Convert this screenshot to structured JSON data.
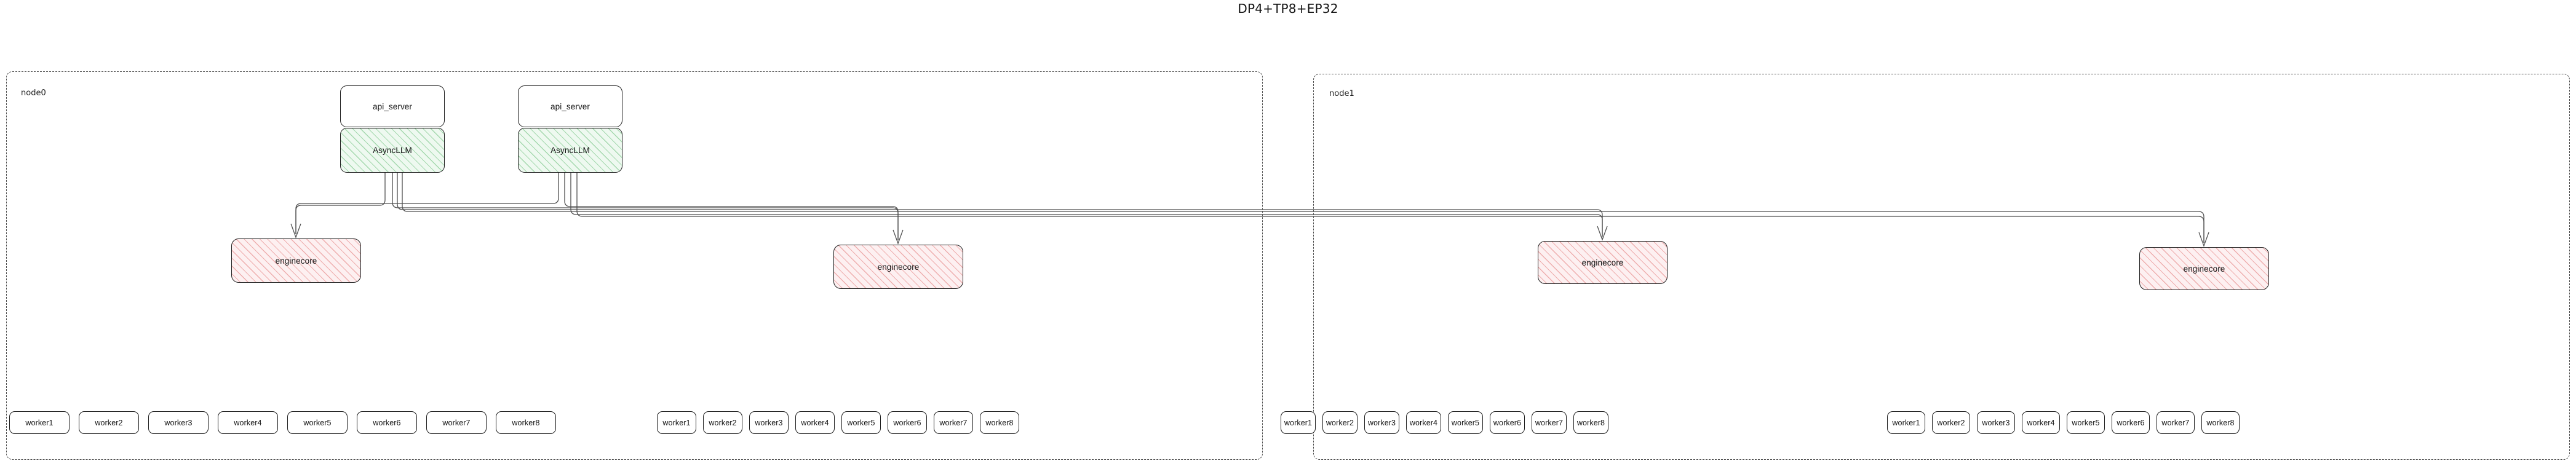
{
  "title": "DP4+TP8+EP32",
  "colors": {
    "async_llm_fill": "#eef9f0",
    "async_llm_hatch": "#69be78",
    "enginecore_fill": "#fdf0f1",
    "enginecore_hatch": "#e27878",
    "node_border": "#4a4a4a",
    "box_border": "#1f1f1f",
    "edge": "#4f4f4f",
    "background": "#ffffff"
  },
  "nodes": [
    {
      "id": "node0",
      "label": "node0",
      "api_servers": [
        {
          "label": "api_server"
        },
        {
          "label": "api_server"
        }
      ],
      "async_llms": [
        {
          "label": "AsyncLLM"
        },
        {
          "label": "AsyncLLM"
        }
      ],
      "enginecores": [
        {
          "label": "enginecore"
        },
        {
          "label": "enginecore"
        }
      ],
      "worker_groups": [
        {
          "workers": [
            "worker1",
            "worker2",
            "worker3",
            "worker4",
            "worker5",
            "worker6",
            "worker7",
            "worker8"
          ]
        },
        {
          "workers": [
            "worker1",
            "worker2",
            "worker3",
            "worker4",
            "worker5",
            "worker6",
            "worker7",
            "worker8"
          ]
        }
      ]
    },
    {
      "id": "node1",
      "label": "node1",
      "api_servers": [],
      "async_llms": [],
      "enginecores": [
        {
          "label": "enginecore"
        },
        {
          "label": "enginecore"
        }
      ],
      "worker_groups": [
        {
          "workers": [
            "worker1",
            "worker2",
            "worker3",
            "worker4",
            "worker5",
            "worker6",
            "worker7",
            "worker8"
          ]
        },
        {
          "workers": [
            "worker1",
            "worker2",
            "worker3",
            "worker4",
            "worker5",
            "worker6",
            "worker7",
            "worker8"
          ]
        }
      ]
    }
  ],
  "chart_data": {
    "type": "diagram",
    "title": "DP4+TP8+EP32",
    "subgraphs": [
      "node0",
      "node1"
    ],
    "box_types": {
      "api_server": "plain",
      "AsyncLLM": "green-hatched",
      "enginecore": "red-hatched",
      "worker": "plain"
    },
    "counts": {
      "nodes": 2,
      "api_servers": 2,
      "async_llms": 2,
      "enginecores": 4,
      "workers_per_enginecore": 8,
      "workers_total": 32
    },
    "edges": [
      {
        "from": "AsyncLLM#1",
        "to": "enginecore#1"
      },
      {
        "from": "AsyncLLM#1",
        "to": "enginecore#2"
      },
      {
        "from": "AsyncLLM#1",
        "to": "enginecore#3"
      },
      {
        "from": "AsyncLLM#1",
        "to": "enginecore#4"
      },
      {
        "from": "AsyncLLM#2",
        "to": "enginecore#1"
      },
      {
        "from": "AsyncLLM#2",
        "to": "enginecore#2"
      },
      {
        "from": "AsyncLLM#2",
        "to": "enginecore#3"
      },
      {
        "from": "AsyncLLM#2",
        "to": "enginecore#4"
      }
    ]
  }
}
